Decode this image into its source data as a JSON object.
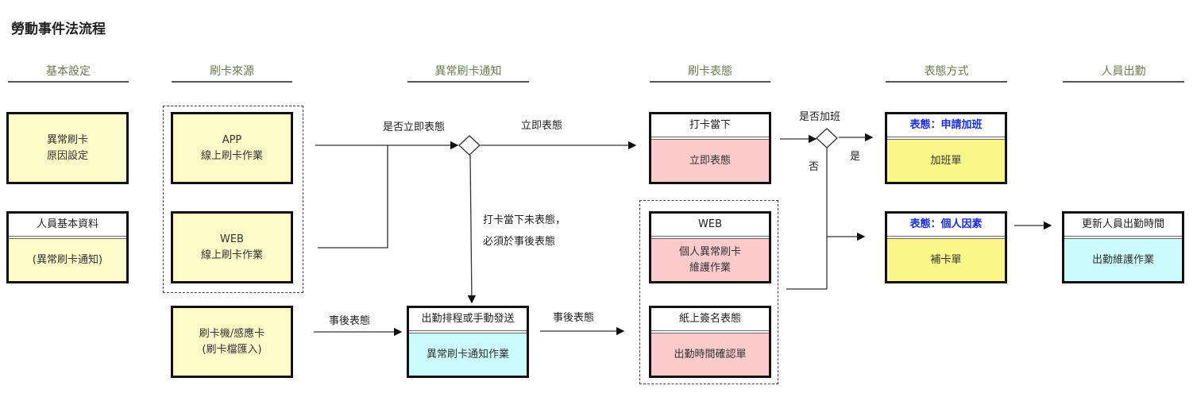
{
  "title": "勞動事件法流程",
  "columns": [
    "基本設定",
    "刷卡來源",
    "異常刷卡通知",
    "刷卡表態",
    "表態方式",
    "人員出勤"
  ],
  "boxes": {
    "abnormal_reason": {
      "body": "異常刷卡\n原因設定"
    },
    "personnel": {
      "header": "人員基本資料",
      "body": "(異常刷卡通知)"
    },
    "app": {
      "body": "APP\n線上刷卡作業"
    },
    "web_src": {
      "body": "WEB\n線上刷卡作業"
    },
    "machine": {
      "body": "刷卡機/感應卡\n(刷卡檔匯入)"
    },
    "notify": {
      "header": "出勤排程或手動發送",
      "body": "異常刷卡通知作業"
    },
    "punch_now": {
      "header": "打卡當下",
      "body": "立即表態"
    },
    "web_maint": {
      "header": "WEB",
      "body": "個人異常刷卡\n維護作業"
    },
    "paper": {
      "header": "紙上簽名表態",
      "body": "出勤時間確認單"
    },
    "overtime": {
      "header": "表態：申請加班",
      "body": "加班單"
    },
    "personal": {
      "header": "表態：個人因素",
      "body": "補卡單"
    },
    "attendance": {
      "header": "更新人員出勤時間",
      "body": "出勤維護作業"
    }
  },
  "labels": {
    "immediate_q": "是否立即表態",
    "immediate": "立即表態",
    "not_immediate_1": "打卡當下未表態，",
    "not_immediate_2": "必須於事後表態",
    "after_1": "事後表態",
    "after_2": "事後表態",
    "overtime_q": "是否加班",
    "yes": "是",
    "no": "否"
  },
  "colors": {
    "header_blue": "#1a2fd6",
    "yellow": "#fdfbc8",
    "pink": "#fbcaca",
    "cyan": "#ccfbfd"
  }
}
